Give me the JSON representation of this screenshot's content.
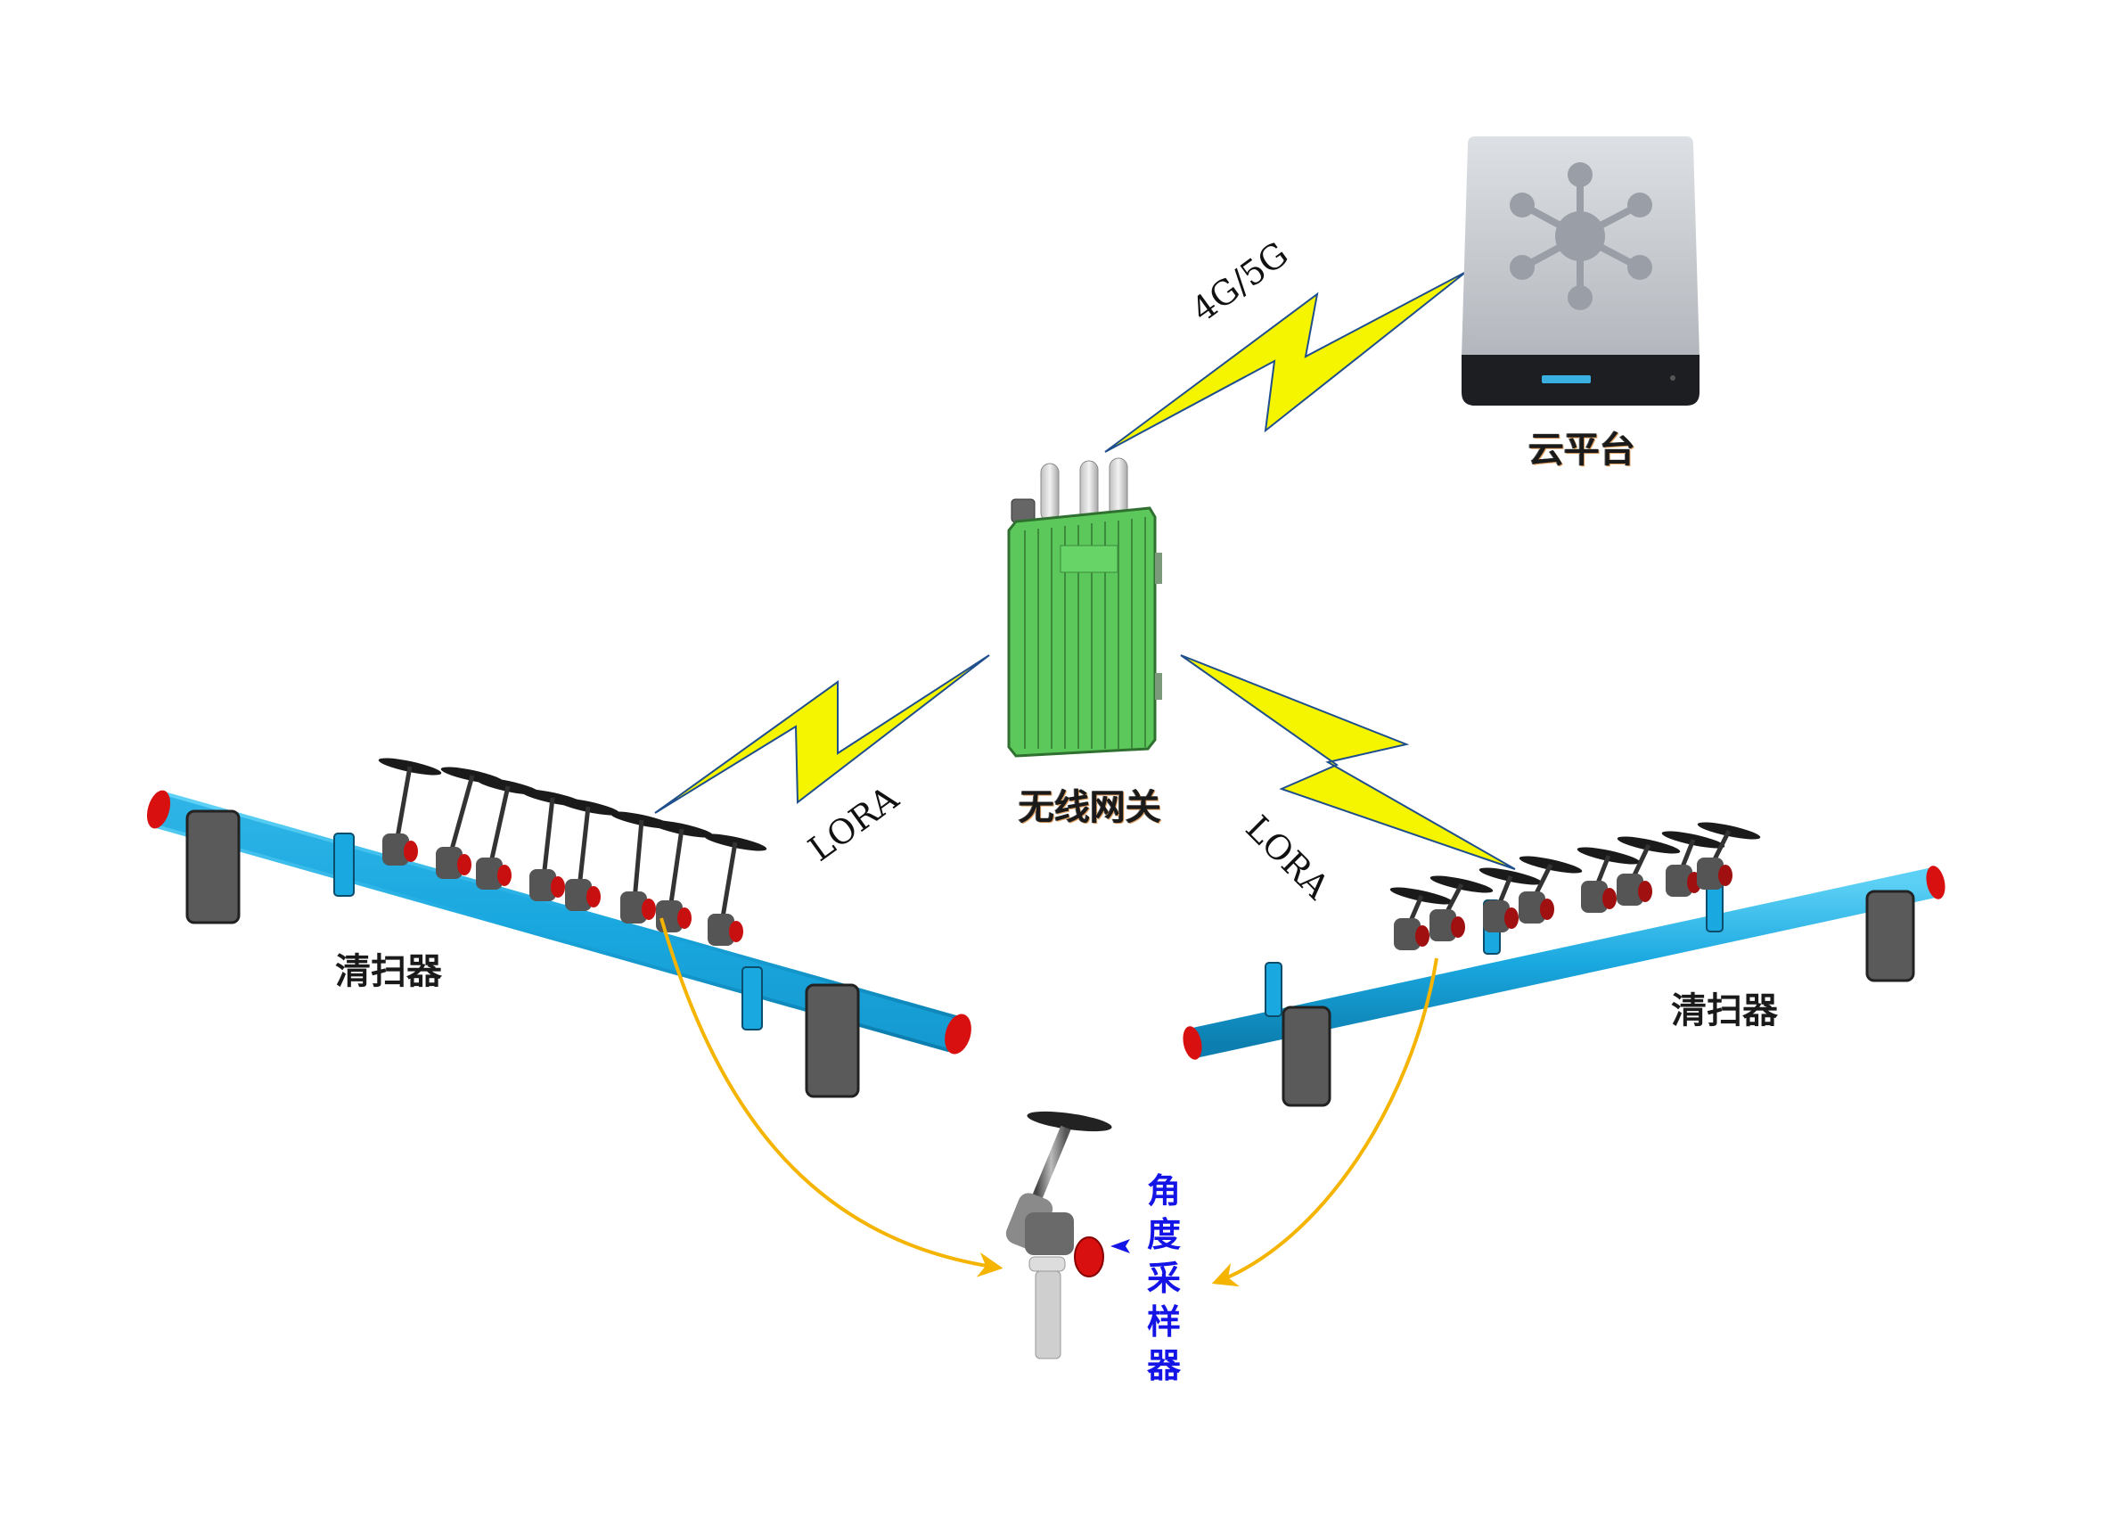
{
  "diagram": {
    "title": "Wireless cleaner angle monitoring network topology",
    "nodes": {
      "cloud": {
        "label": "云平台",
        "icon": "cloud-server-icon"
      },
      "gateway": {
        "label": "无线网关",
        "icon": "wireless-gateway-icon"
      },
      "cleaner_left": {
        "label": "清扫器",
        "icon": "belt-cleaner-icon"
      },
      "cleaner_right": {
        "label": "清扫器",
        "icon": "belt-cleaner-icon"
      },
      "sampler": {
        "label": "角度采样器",
        "label_chars": [
          "角",
          "度",
          "采",
          "样",
          "器"
        ],
        "icon": "angle-sampler-icon"
      }
    },
    "links": {
      "gateway_cloud": {
        "label": "4G/5G",
        "type": "wireless"
      },
      "left_gateway": {
        "label": "LORA",
        "type": "wireless"
      },
      "right_gateway": {
        "label": "LORA",
        "type": "wireless"
      }
    },
    "colors": {
      "lightning_fill": "#f5f500",
      "lightning_edge": "#1f4e8c",
      "pipe": "#1aa8e0",
      "pipe_cap": "#d81010",
      "gateway_body": "#5cc85c",
      "arrow": "#f4b400",
      "sampler_label": "#1414e6",
      "server_body": "#c4c7cc",
      "server_base": "#1c1e22",
      "server_led": "#3ab0e0"
    }
  }
}
